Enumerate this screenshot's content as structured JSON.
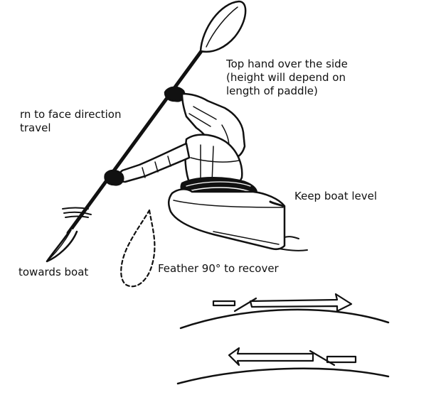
{
  "labels": {
    "top_hand": [
      "Top hand over the side",
      "(height will depend on",
      "length of paddle)"
    ],
    "turn": [
      "rn to face direction",
      "travel"
    ],
    "keep_level": "Keep boat level",
    "towards_boat": "towards boat",
    "feather": "Feather 90° to recover"
  },
  "colors": {
    "ink": "#111111",
    "paper": "#ffffff"
  },
  "icons": [
    "paddle",
    "paddler",
    "kayak",
    "feather-loop",
    "stroke-arrow-forward",
    "stroke-arrow-back",
    "water-line"
  ]
}
